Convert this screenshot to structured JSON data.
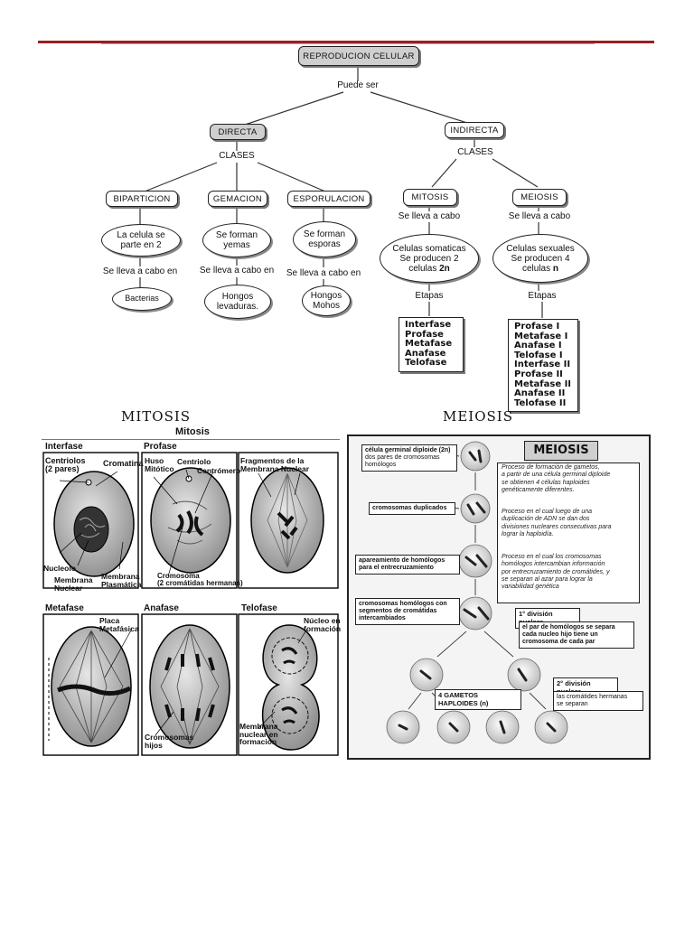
{
  "concept_map": {
    "root": "REPRODUCION CELULAR",
    "root_link": "Puede ser",
    "directa": {
      "label": "DIRECTA",
      "link": "CLASES",
      "children": [
        {
          "label": "BIPARTICION",
          "desc": "La celula se\nparte en 2",
          "link": "Se lleva a cabo en",
          "result": "Bacterias"
        },
        {
          "label": "GEMACION",
          "desc": "Se forman\nyemas",
          "link": "Se lleva a cabo en",
          "result": "Hongos\nlevaduras."
        },
        {
          "label": "ESPORULACION",
          "desc": "Se forman\nesporas",
          "link": "Se lleva a cabo en",
          "result": "Hongos\nMohos"
        }
      ]
    },
    "indirecta": {
      "label": "INDIRECTA",
      "link": "CLASES",
      "children": [
        {
          "label": "MITOSIS",
          "link": "Se lleva a cabo",
          "desc_lines": [
            "Celulas somaticas",
            "Se producen 2",
            "celulas"
          ],
          "desc_bold": "2n",
          "stage_link": "Etapas",
          "stages": [
            "Interfase",
            "Profase",
            "Metafase",
            "Anafase",
            "Telofase"
          ]
        },
        {
          "label": "MEIOSIS",
          "link": "Se lleva a cabo",
          "desc_lines": [
            "Celulas sexuales",
            "Se producen 4",
            "celulas"
          ],
          "desc_bold": "n",
          "stage_link": "Etapas",
          "stages": [
            "Profase I",
            "Metafase I",
            "Anafase I",
            "Telofase I",
            "Interfase II",
            "Profase  II",
            "Metafase II",
            "Anafase II",
            "Telofase II"
          ]
        }
      ]
    }
  },
  "mitosis_figure": {
    "heading": "MITOSIS",
    "inner_title": "Mitosis",
    "phases": [
      "Interfase",
      "Profase",
      "Metafase",
      "Anafase",
      "Telofase"
    ],
    "labels": {
      "centriolos": "Centriolos\n(2 pares)",
      "cromatina": "Cromatina",
      "nucleolo": "Nucleolo",
      "membrana_nuclear": "Membrana\nNuclear",
      "membrana_plasmatica": "Membrana\nPlasmática",
      "huso": "Huso\nMitótico",
      "centriolo": "Centriolo",
      "centromero": "Centrómero",
      "cromosoma": "Cromosoma\n(2 cromátidas hermanas)",
      "fragmentos": "Fragmentos de la\nMembrana Nuclear",
      "placa": "Placa\nMetafásica",
      "cromosomas_hijos": "Cromosomas\nhijos",
      "nucleo_formacion": "Núcleo en\nformación",
      "membrana_formacion": "Membrana\nnuclear en\nformación"
    }
  },
  "meiosis_figure": {
    "heading": "MEIOSIS",
    "title": "MEIOSIS",
    "left_boxes": [
      {
        "bold": "célula germinal diploide (2n)",
        "text": "dos pares de cromosomas\nhomólogos"
      },
      {
        "bold": "cromosomas duplicados",
        "text": ""
      },
      {
        "bold": "apareamiento de homólogos\npara el entrecruzamiento",
        "text": ""
      },
      {
        "bold": "cromosomas homólogos con\nsegmentos de cromátidas\nintercambiados",
        "text": ""
      }
    ],
    "descriptions": [
      "Proceso de formación de gametos,\na partir de una célula germinal diploide\nse obtienen 4 células haploides\ngenéticamente diferentes.",
      "Proceso en el cual luego de una\nduplicación de ADN se dan dos\ndivisiones nucleares consecutivas para\nlograr la haploidía.",
      "Proceso en el cual los cromosomas\nhomólogos intercambian información\npor entrecruzamiento de cromátides, y\nse separan al azar para lograr la\nvariabilidad genética"
    ],
    "div1_title": "1° división nuclear",
    "div1_text": "el par de homólogos se separa\ncada nucleo hijo tiene un\ncromosoma de cada par",
    "gametos": "4 GAMETOS HAPLOIDES (n)",
    "div2_title": "2° división nuclear",
    "div2_text": "las cromátides hermanas\nse separan"
  }
}
